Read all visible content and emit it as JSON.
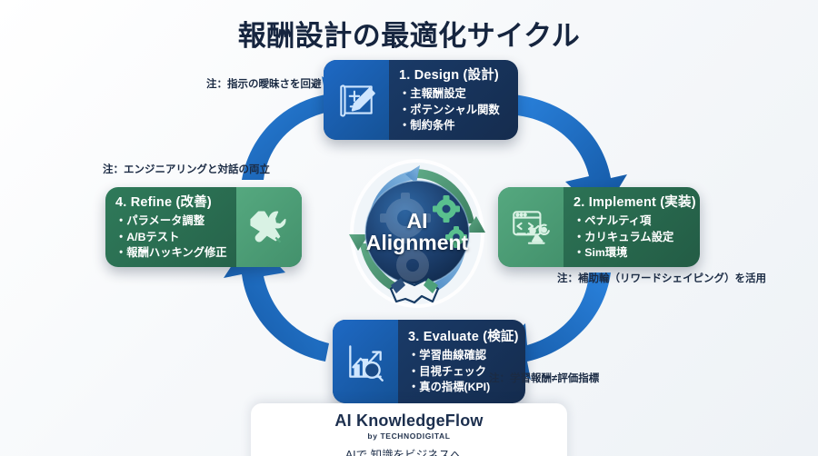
{
  "title": "報酬設計の最適化サイクル",
  "hub": {
    "line1": "AI",
    "line2": "Alignment",
    "icons": [
      "gear-icon",
      "handshake-icon",
      "cycle-arrows-icon"
    ]
  },
  "colors": {
    "blue_card": "#1b3f70",
    "blue_tile": "#1e69c4",
    "green_card": "#2f7a5a",
    "green_tile": "#55a87f",
    "arrow_blue": "#1e6fc4",
    "title_ink": "#16253f",
    "hub_core": "#1d3f6e",
    "hub_ring_green": "#4e9c78"
  },
  "steps": [
    {
      "id": "design",
      "title": "1. Design (設計)",
      "items": [
        "・主報酬設定",
        "・ポテンシャル関数",
        "・制約条件"
      ],
      "icon": "blueprint-pencil-icon",
      "theme": "blue",
      "note": "注：指示の曖昧さを回避"
    },
    {
      "id": "implement",
      "title": "2. Implement (実装)",
      "items": [
        "・ペナルティ項",
        "・カリキュラム設定",
        "・Sim環境"
      ],
      "icon": "code-robot-arm-icon",
      "theme": "green",
      "note": "注：補助輪（リワードシェイピング）を活用"
    },
    {
      "id": "evaluate",
      "title": "3. Evaluate (検証)",
      "items": [
        "・学習曲線確認",
        "・目視チェック",
        "・真の指標(KPI)"
      ],
      "icon": "chart-magnifier-icon",
      "theme": "blue",
      "note": "注：学習報酬≠評価指標"
    },
    {
      "id": "refine",
      "title": "4. Refine (改善)",
      "items": [
        "・パラメータ調整",
        "・A/Bテスト",
        "・報酬ハッキング修正"
      ],
      "icon": "wrench-screwdriver-icon",
      "theme": "green",
      "note": "注：エンジニアリングと対話の両立"
    }
  ],
  "footer": {
    "brand": "AI KnowledgeFlow",
    "by": "by TECHNODIGITAL",
    "tagline": "AIで 知識をビジネスへ。"
  }
}
